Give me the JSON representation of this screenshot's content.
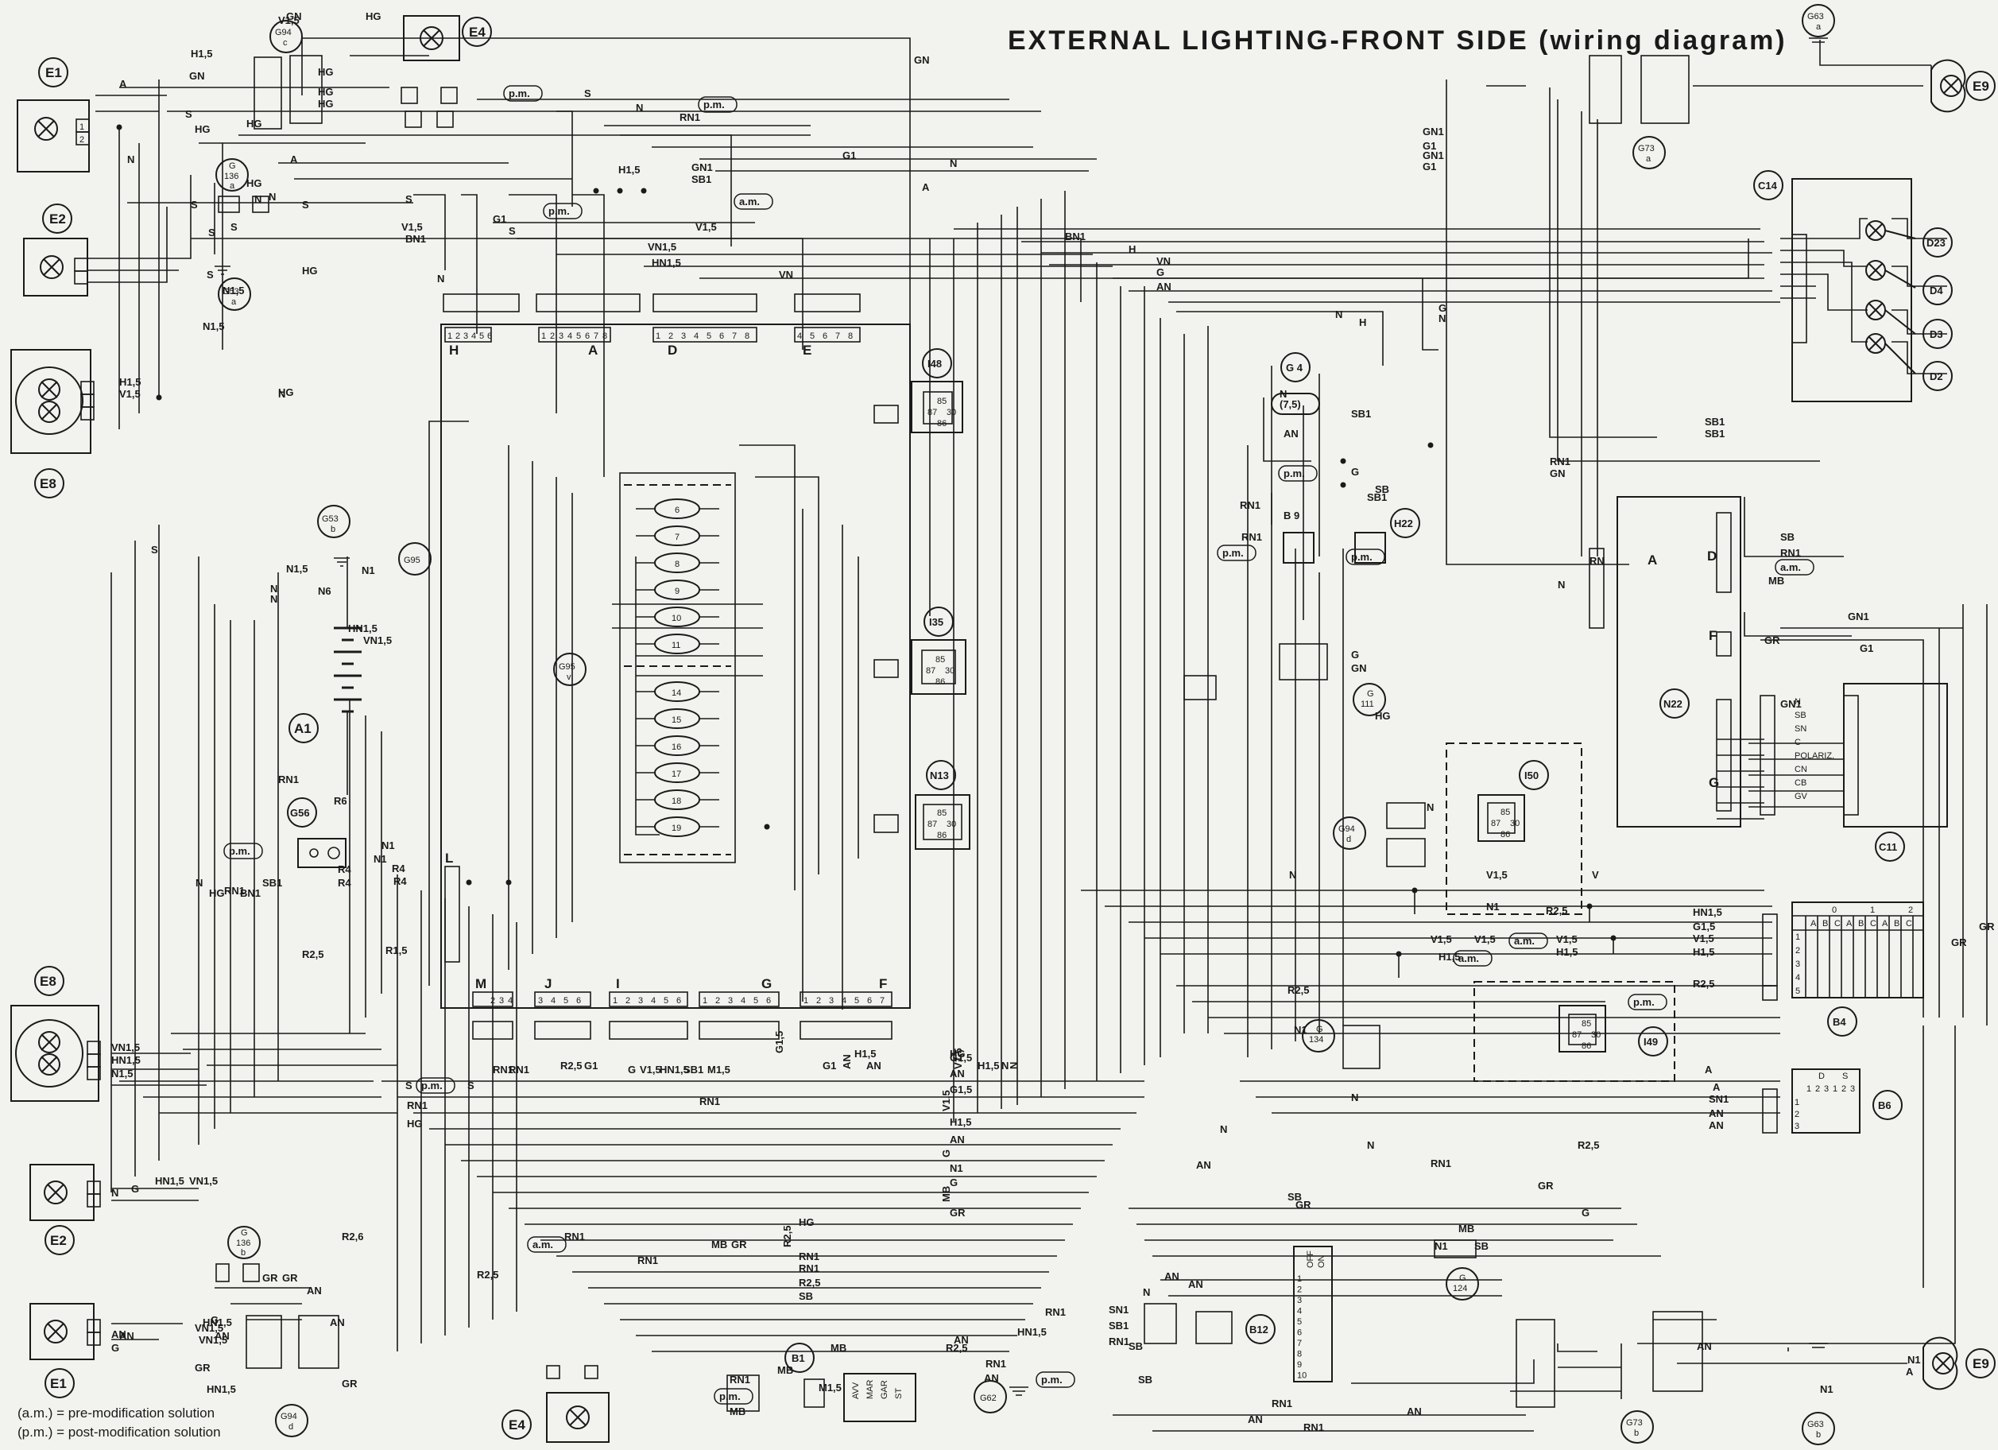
{
  "title": "EXTERNAL LIGHTING-FRONT SIDE (wiring diagram)",
  "legend": {
    "am": "(a.m.) =  pre-modification solution",
    "pm": "(p.m.) =  post-modification solution"
  },
  "components": {
    "E1_top": "E1",
    "E2_top": "E2",
    "E8_top": "E8",
    "E4_top": "E4",
    "E8_bot": "E8",
    "E2_bot": "E2",
    "E1_bot": "E1",
    "E4_bot": "E4",
    "E9_top": "E9",
    "E9_bot": "E9",
    "A1": "A1",
    "C14": "C14",
    "C11": "C11",
    "N22": "N22",
    "B4": "B4",
    "B6": "B6",
    "B9": "B 9",
    "B12": "B12",
    "B1": "B1",
    "H22": "H22",
    "G4": "G 4",
    "G4_val": "(7,5)",
    "I48": "I48",
    "I35": "I35",
    "N13": "N13",
    "I50": "I50",
    "I49": "I49",
    "D23": "D23",
    "D4": "D4",
    "D3": "D3",
    "D2": "D2"
  },
  "connector_labels": {
    "G94c": [
      "G94",
      "c"
    ],
    "G136a": [
      "G",
      "136",
      "a"
    ],
    "G53a": [
      "G53",
      "a"
    ],
    "G53b": [
      "G53",
      "b"
    ],
    "G95": "G95",
    "G95v": [
      "G95",
      "v"
    ],
    "G56": "G56",
    "G63a": [
      "G63",
      "a"
    ],
    "G73a": [
      "G73",
      "a"
    ],
    "G111": [
      "G",
      "111"
    ],
    "G94d_mid": [
      "G94",
      "d"
    ],
    "G134": [
      "G",
      "134"
    ],
    "G124": [
      "G",
      "124"
    ],
    "G136b": [
      "G",
      "136",
      "b"
    ],
    "G94d": [
      "G94",
      "d"
    ],
    "G62": "G62",
    "G73b": [
      "G73",
      "b"
    ],
    "G63b": [
      "G63",
      "b"
    ]
  },
  "fusebox": {
    "top_blocks": [
      "H",
      "A",
      "D",
      "E"
    ],
    "bottom_blocks": [
      "M",
      "J",
      "I",
      "G",
      "F"
    ],
    "side_block": "L",
    "fuses": [
      "6",
      "7",
      "8",
      "9",
      "10",
      "11",
      "14",
      "15",
      "16",
      "17",
      "18",
      "19"
    ],
    "pins_H": [
      "1",
      "2",
      "3",
      "4",
      "5",
      "6"
    ],
    "pins_A": [
      "1",
      "2",
      "3",
      "4",
      "5",
      "6",
      "7",
      "8"
    ],
    "pins_D": [
      "1",
      "2",
      "3",
      "4",
      "5",
      "6",
      "7",
      "8"
    ],
    "pins_E": [
      "4",
      "5",
      "6",
      "7",
      "8"
    ],
    "pins_M": [
      "2",
      "3",
      "4"
    ],
    "pins_J": [
      "3",
      "4",
      "5",
      "6"
    ],
    "pins_I": [
      "1",
      "2",
      "3",
      "4",
      "5",
      "6"
    ],
    "pins_G": [
      "1",
      "2",
      "3",
      "4",
      "5",
      "6"
    ],
    "pins_F": [
      "1",
      "2",
      "3",
      "4",
      "5",
      "6",
      "7"
    ]
  },
  "relay_pins": [
    "85",
    "87",
    "30",
    "86"
  ],
  "wire_labels": {
    "top": [
      "GN",
      "HG",
      "H1,5",
      "A",
      "GN",
      "V1,5",
      "HG",
      "HG",
      "HG",
      "A",
      "N",
      "HG",
      "N",
      "S",
      "S",
      "S",
      "p.m.",
      "S",
      "N",
      "RN1",
      "p.m.",
      "GN1",
      "G1",
      "SB1",
      "H1,5",
      "a.m.",
      "A",
      "N",
      "p.m.",
      "S",
      "V1,5",
      "BN1",
      "G1",
      "V1,5",
      "HN1,5",
      "VN1,5",
      "VN",
      "N",
      "BN1",
      "HG",
      "N",
      "N1,5",
      "S",
      "N1,5",
      "H1,5",
      "V1,5",
      "HG",
      "GN",
      "GN1",
      "G1",
      "H",
      "VN",
      "G",
      "AN",
      "GN1",
      "G1",
      "SB1",
      "SB1",
      "RN1",
      "GN",
      "N",
      "N",
      "N",
      "H",
      "G",
      "AN",
      "p.m.",
      "RN1",
      "RN1",
      "p.m.",
      "SB1",
      "p.m.",
      "SB1",
      "SB",
      "SB",
      "RN1",
      "a.m.",
      "RN",
      "MB",
      "GN1",
      "G1",
      "GN1",
      "GR",
      "G",
      "N",
      "G",
      "GN",
      "HG",
      "N",
      "RN",
      "N",
      "N1",
      "N1"
    ],
    "left": [
      "HG",
      "HG",
      "N",
      "S",
      "S",
      "S",
      "N1,5",
      "N",
      "N",
      "N1",
      "HN1,5",
      "VN1,5",
      "N6",
      "RN1",
      "R6",
      "R4",
      "R4",
      "R4",
      "R4",
      "R2,5",
      "R1,5",
      "S",
      "N",
      "HG",
      "RN1",
      "BN1",
      "SB1",
      "N1",
      "N1",
      "p.m.",
      "VN1,5",
      "HN1,5",
      "N1,5",
      "S",
      "p.m.",
      "S",
      "RN1",
      "HG",
      "HN1,5",
      "VN1,5",
      "G",
      "N",
      "AN",
      "HN1,5",
      "VN1,5",
      "VN1,5",
      "AN",
      "R2,6",
      "AN",
      "G",
      "GR",
      "GR",
      "AN",
      "GR",
      "G",
      "AN",
      "GR",
      "HN1,5"
    ],
    "bottom": [
      "RN1",
      "RN1",
      "R2,5",
      "G1",
      "G",
      "V1,5",
      "HN1,5",
      "SB1",
      "M1,5",
      "G1,5",
      "H1,5",
      "G1",
      "AN",
      "AN",
      "G1,5",
      "V1,5",
      "H1,5",
      "N",
      "N",
      "AN",
      "G1,5",
      "V1,5",
      "H1,5",
      "AN",
      "G",
      "N1",
      "G",
      "MB",
      "GR",
      "HG",
      "R2,5",
      "RN1",
      "RN1",
      "a.m.",
      "RN1",
      "MB",
      "GR",
      "HG",
      "RN1",
      "RN1",
      "R2,5",
      "R2,5",
      "SB",
      "GR",
      "AN",
      "N",
      "N",
      "AN",
      "SN1",
      "SB1",
      "RN1",
      "AN",
      "N",
      "RN1",
      "SB",
      "SB",
      "AN",
      "RN1",
      "p.m.",
      "AN",
      "RN1",
      "RN1",
      "AN",
      "N1",
      "SB",
      "RN1",
      "p.m.",
      "MB",
      "MB",
      "M1,5",
      "MB",
      "R2,5",
      "HN1,5",
      "AN",
      "AN",
      "GR"
    ],
    "right": [
      "HN1,5",
      "G1,5",
      "V1,5",
      "H1,5",
      "R2,5",
      "V1,5",
      "V1,5",
      "a.m.",
      "V1,5",
      "H1,5",
      "a.m.",
      "H1,5",
      "R2,5",
      "N1",
      "N1",
      "V1,5",
      "N",
      "V",
      "R2,5",
      "p.m.",
      "A",
      "A",
      "SN1",
      "AN",
      "AN",
      "R2,5",
      "N",
      "RN1",
      "GR",
      "G",
      "GR",
      "GR",
      "SB",
      "MB",
      "AN",
      "N1",
      "A",
      "N1"
    ]
  },
  "B4_grid": {
    "header": [
      "0",
      "1",
      "2"
    ],
    "cols": [
      "A",
      "B",
      "C",
      "A",
      "B",
      "C",
      "A",
      "B",
      "C"
    ],
    "rows": [
      "1",
      "2",
      "3",
      "4",
      "5"
    ]
  },
  "B6_grid": {
    "header": [
      "D",
      "S"
    ],
    "cols": [
      "1",
      "2",
      "3",
      "1",
      "2",
      "3"
    ],
    "rows": [
      "1",
      "2",
      "3"
    ]
  },
  "B1_grid": {
    "cols": [
      "AVV",
      "MAR",
      "GAR",
      "ST"
    ]
  },
  "B12_grid": {
    "cols": [
      "OFF",
      "ON"
    ],
    "rows": [
      "1",
      "2",
      "3",
      "4",
      "5",
      "6",
      "7",
      "8",
      "9",
      "10"
    ]
  },
  "C11_wires": [
    "N",
    "SB",
    "SN",
    "C",
    "POLARIZ.",
    "CN",
    "CB",
    "GV"
  ]
}
